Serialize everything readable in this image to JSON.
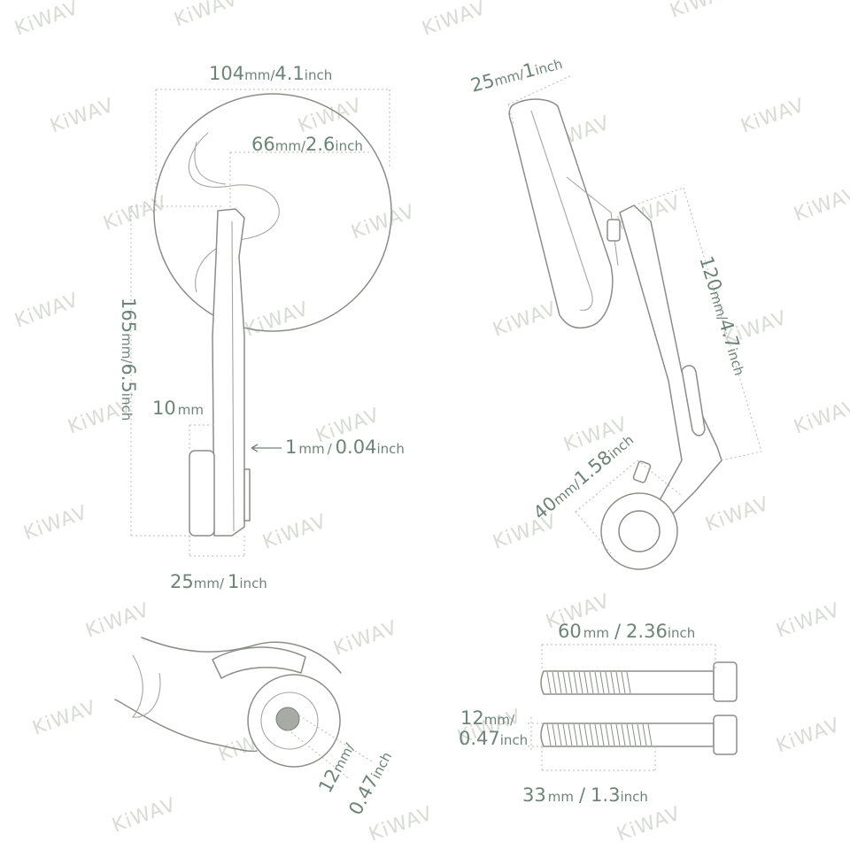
{
  "watermark": "KiWAV",
  "dimensions": {
    "front_width": {
      "mm": "104",
      "u1": "mm/",
      "v2": "4.1",
      "u2": "inch"
    },
    "front_offset": {
      "mm": "66",
      "u1": "mm/",
      "v2": "2.6",
      "u2": "inch"
    },
    "front_height": {
      "mm": "165",
      "u1": "mm/",
      "v2": "6.5",
      "u2": "inch"
    },
    "clamp_depth": {
      "mm": "10",
      "u1": "mm"
    },
    "gap": {
      "mm": "1",
      "u1": "mm",
      "sep": "/",
      "v2": "0.04",
      "u2": "inch"
    },
    "base_width": {
      "mm": "25",
      "u1": "mm/",
      "v2": "1",
      "u2": "inch"
    },
    "side_mirror_depth": {
      "mm": "25",
      "u1": "mm/",
      "v2": "1",
      "u2": "inch"
    },
    "side_arm_length": {
      "mm": "120",
      "u1": "mm/",
      "v2": "4.7",
      "u2": "inch"
    },
    "side_clamp": {
      "mm": "40",
      "u1": "mm/",
      "v2": "1.58",
      "u2": "inch"
    },
    "bore_diameter": {
      "mm": "12",
      "u1": "mm/",
      "v2": "0.47",
      "u2": "inch"
    },
    "bolt_long": {
      "mm": "60",
      "u1": "mm",
      "sep": "/",
      "v2": "2.36",
      "u2": "inch"
    },
    "bolt_diameter": {
      "mm": "12",
      "u1": "mm/",
      "v2": "0.47",
      "u2": "inch"
    },
    "bolt_short": {
      "mm": "33",
      "u1": "mm",
      "sep": "/",
      "v2": "1.3",
      "u2": "inch"
    }
  },
  "colors": {
    "line": "#8a8e88",
    "dimension_text": "#6d8478",
    "dimension_line": "#b6bcb2",
    "watermark": "#d9dcd6",
    "bore": "#a7aaa5"
  }
}
